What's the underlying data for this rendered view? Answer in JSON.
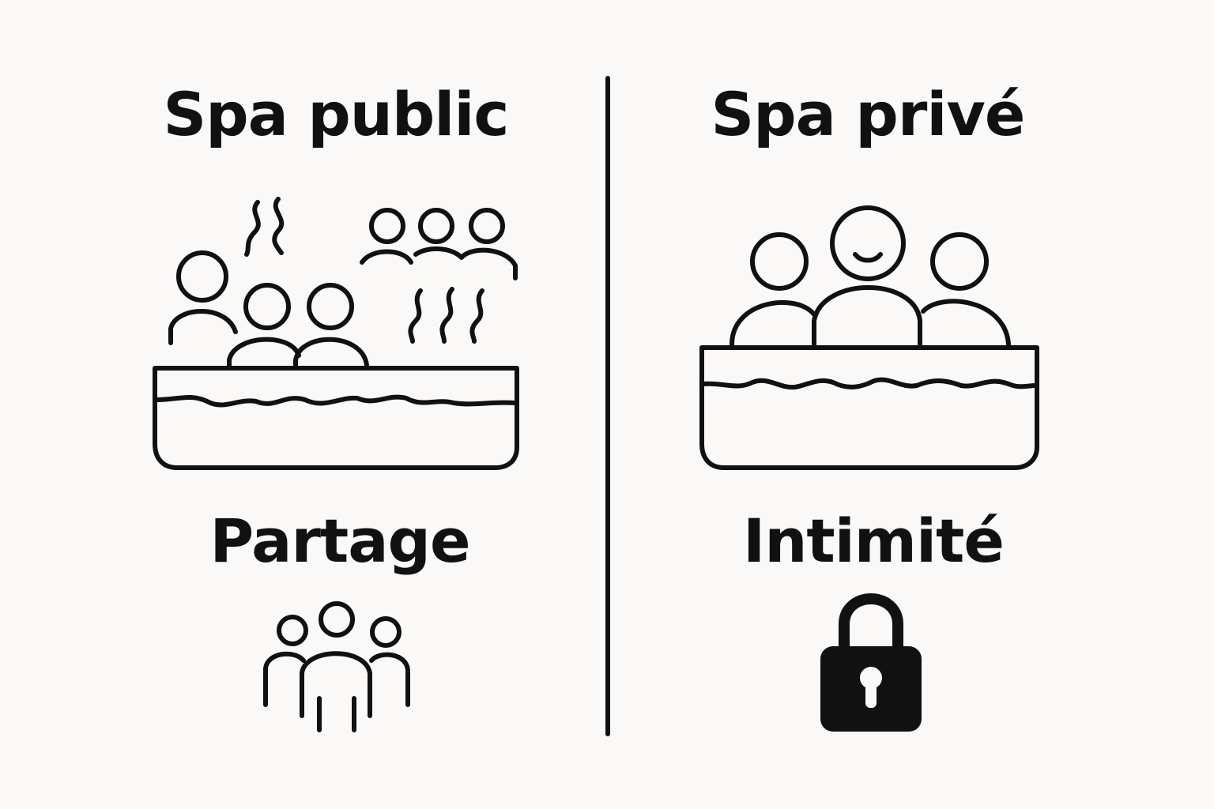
{
  "left_panel": {
    "title": "Spa public",
    "label": "Partage",
    "illustration_icon": "crowded-hot-tub-icon",
    "label_icon": "group-of-people-icon"
  },
  "right_panel": {
    "title": "Spa privé",
    "label": "Intimité",
    "illustration_icon": "private-hot-tub-icon",
    "label_icon": "padlock-icon"
  },
  "colors": {
    "background": "#faf9f7",
    "ink": "#111111"
  }
}
